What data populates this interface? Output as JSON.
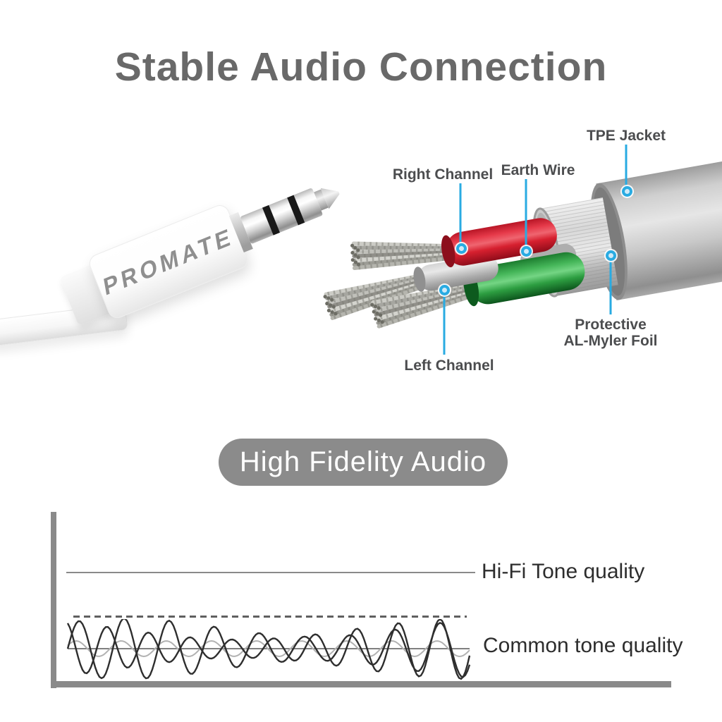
{
  "title": "Stable Audio Connection",
  "jack": {
    "brand": "PROMATE"
  },
  "cutaway": {
    "labels": {
      "tpe_jacket": "TPE Jacket",
      "right_channel": "Right Channel",
      "earth_wire": "Earth Wire",
      "left_channel": "Left Channel",
      "foil_line1": "Protective",
      "foil_line2": "AL-Myler Foil"
    },
    "colors": {
      "leader": "#29abe2",
      "right_wire": "#e12e40",
      "left_wire": "#35ad4c",
      "jacket": "#c6c6c6",
      "foil": "#d9d9d9"
    }
  },
  "banner": {
    "label": "High Fidelity Audio",
    "bg": "#8b8b8b"
  },
  "waveform_panel": {
    "hifi_label": "Hi-Fi Tone quality",
    "common_label": "Common tone quality",
    "bar_color": "#4a4a4a",
    "center_line_color": "#8a8a8a",
    "axis_color": "#8a8a8a",
    "hifi": {
      "bars": 92,
      "spacing": 6.2,
      "max_amplitude": 88,
      "seed": 13
    },
    "common": {
      "span": 570,
      "period1": 64,
      "period2": 59,
      "amp1": 30,
      "amp2": 28,
      "amp3": 11,
      "dark_color": "#2e2e2e",
      "light_color": "#b2b2b2"
    }
  }
}
